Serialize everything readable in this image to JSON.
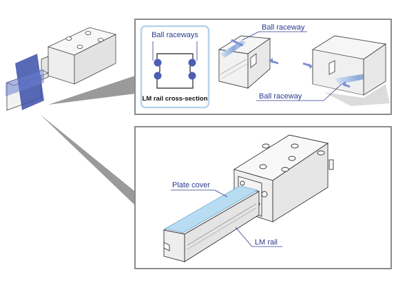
{
  "top_panel": {
    "cross_section": {
      "title": "Ball raceways",
      "caption": "LM rail cross-section"
    },
    "left_rail_label": "Ball raceway",
    "right_rail_label": "Ball raceway"
  },
  "bottom_panel": {
    "plate_cover_label": "Plate cover",
    "lm_rail_label": "LM rail"
  },
  "colors": {
    "panel_border": "#8a8a8a",
    "label_blue": "#2b3a8f",
    "accent_blue": "#5b6fc4",
    "cross_section_border": "#b8d3ec",
    "plate_cover": "#b8dcf2",
    "connector_gray": "#9a9a9a"
  }
}
